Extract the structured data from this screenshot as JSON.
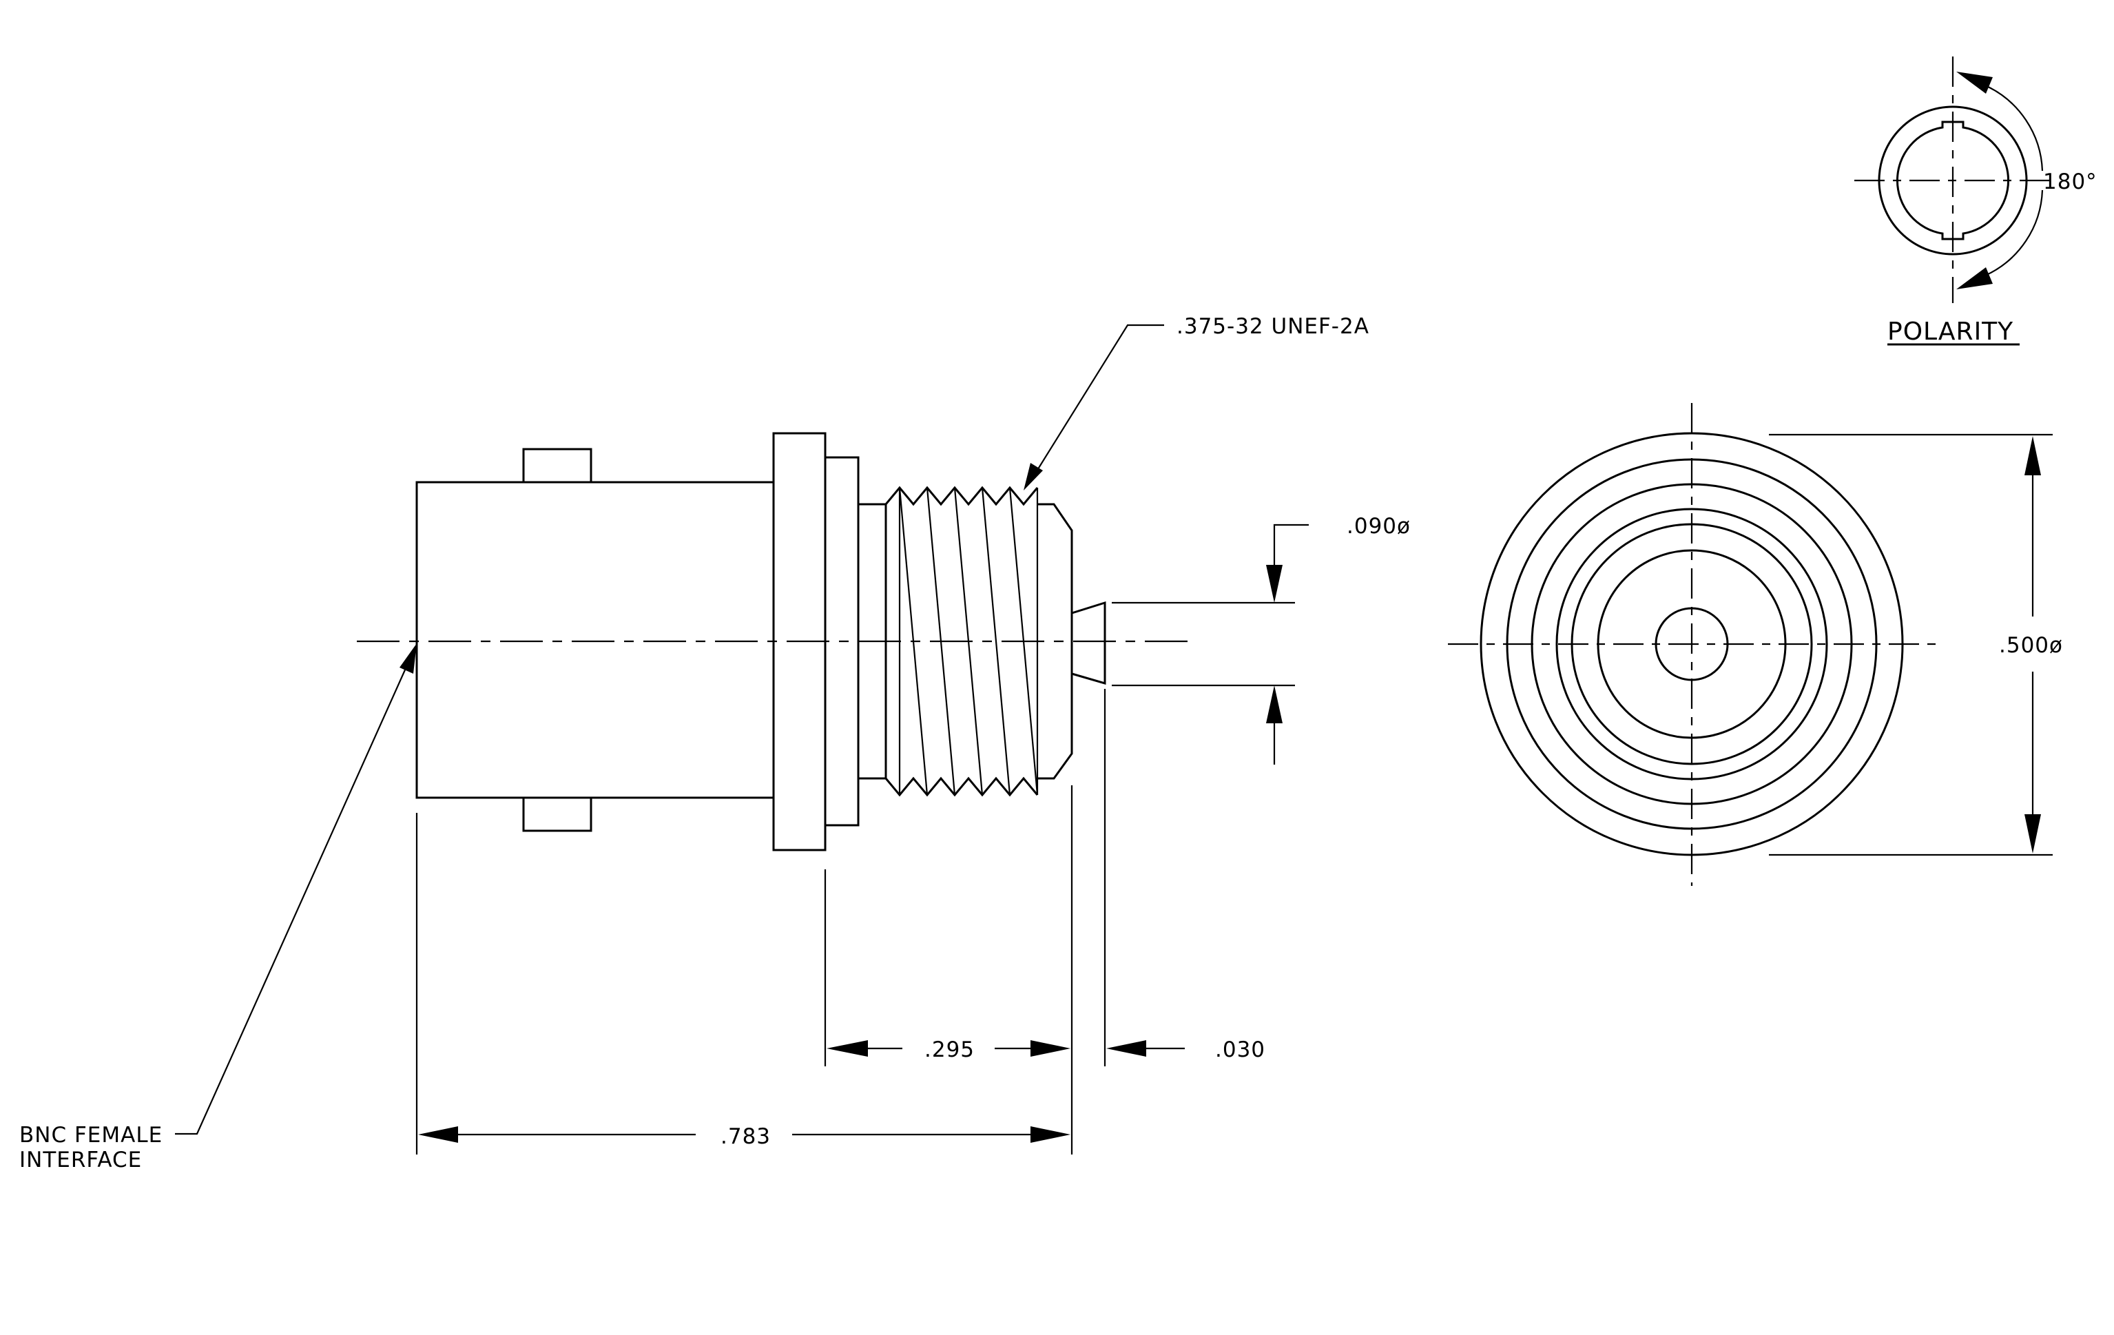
{
  "labels": {
    "thread_callout": ".375-32 UNEF-2A",
    "pin_diameter": ".090ø",
    "body_diameter": ".500ø",
    "dim_thread_length": ".295",
    "dim_pin_gap": ".030",
    "dim_overall_length": ".783",
    "interface_line1": "BNC FEMALE",
    "interface_line2": "INTERFACE",
    "polarity_angle": "180°",
    "polarity_title": "POLARITY"
  },
  "colors": {
    "line": "#000000",
    "background": "#ffffff"
  }
}
